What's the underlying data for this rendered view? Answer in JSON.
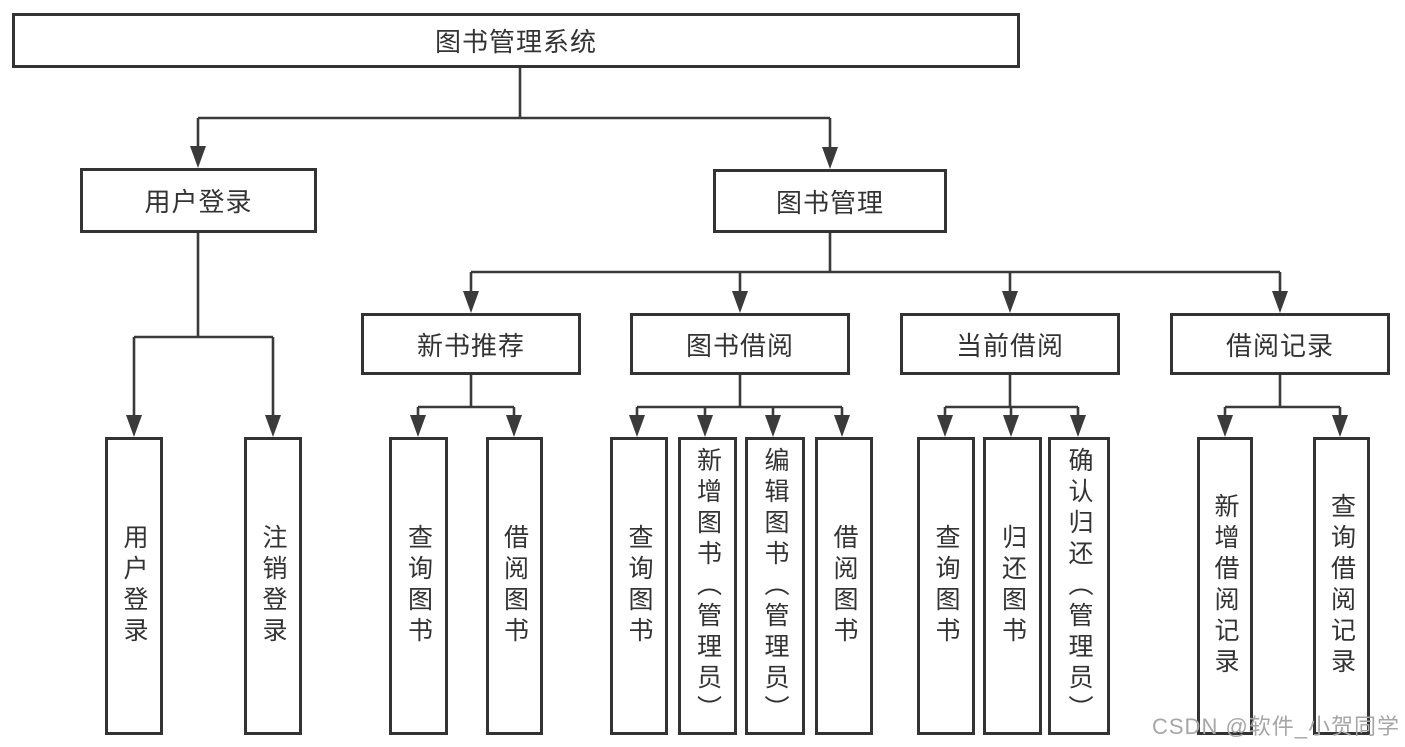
{
  "tree": {
    "root": {
      "label": "图书管理系统"
    },
    "branches": [
      {
        "label": "用户登录",
        "children": [
          "用户登录",
          "注销登录"
        ]
      },
      {
        "label": "图书管理",
        "children": [
          {
            "label": "新书推荐",
            "children": [
              "查询图书",
              "借阅图书"
            ]
          },
          {
            "label": "图书借阅",
            "children": [
              "查询图书",
              "新增图书（管理员）",
              "编辑图书（管理员）",
              "借阅图书"
            ]
          },
          {
            "label": "当前借阅",
            "children": [
              "查询图书",
              "归还图书",
              "确认归还（管理员）"
            ]
          },
          {
            "label": "借阅记录",
            "children": [
              "新增借阅记录",
              "查询借阅记录"
            ]
          }
        ]
      }
    ]
  },
  "watermark": {
    "text": "CSDN @软件_小贺同学"
  },
  "colors": {
    "line": "#3a3a3a",
    "box_border": "#333333",
    "text": "#333333",
    "watermark": "#a6a6a6",
    "background": "#ffffff"
  }
}
